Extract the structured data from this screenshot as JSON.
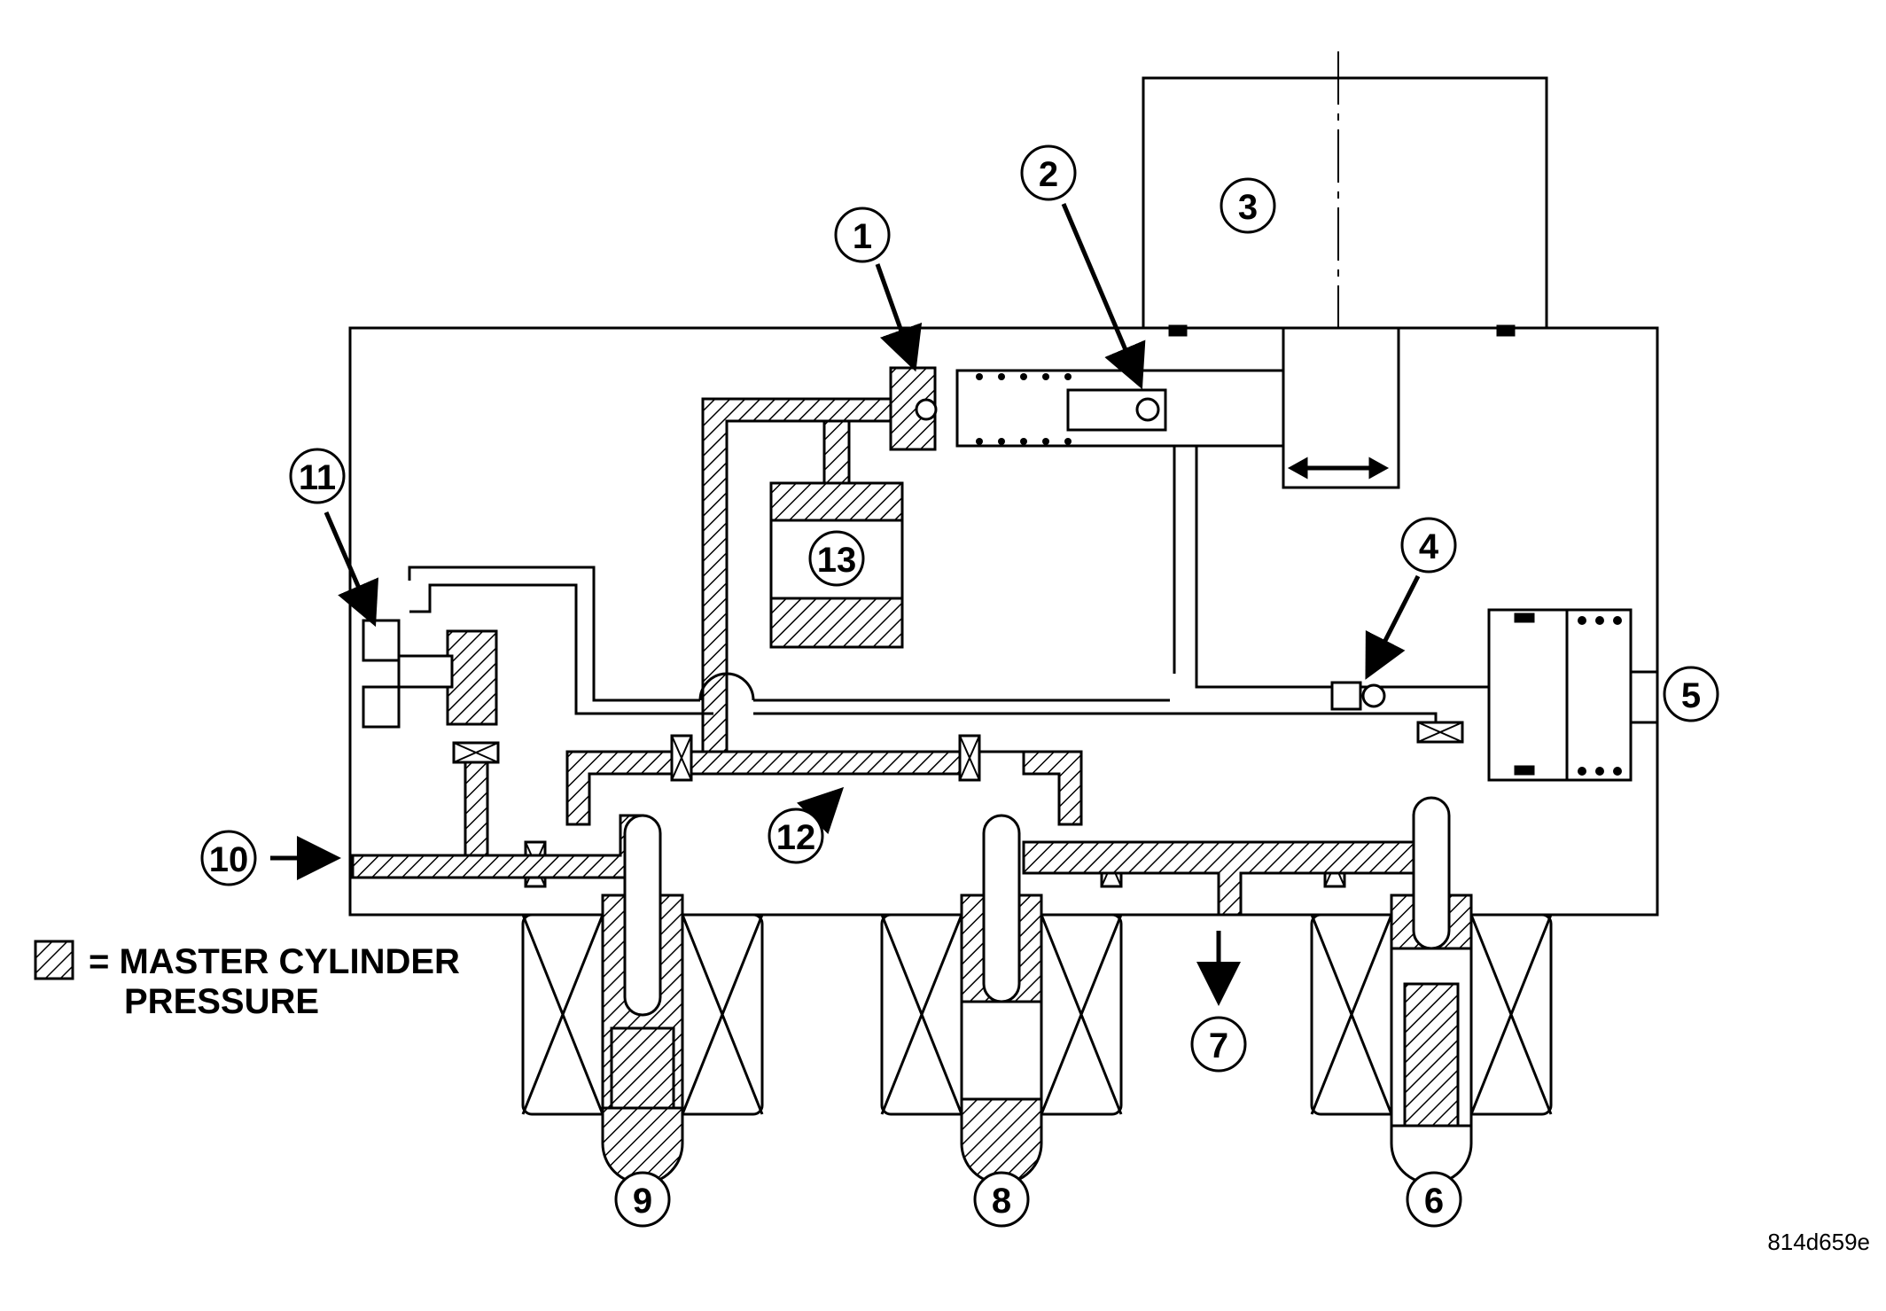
{
  "callouts": [
    "1",
    "2",
    "3",
    "4",
    "5",
    "6",
    "7",
    "8",
    "9",
    "10",
    "11",
    "12",
    "13"
  ],
  "legend": {
    "symbol_description": "hatched square",
    "line1": "= MASTER CYLINDER",
    "line2": "PRESSURE"
  },
  "figure_code": "814d659e",
  "colors": {
    "ink": "#000000",
    "paper": "#ffffff"
  }
}
